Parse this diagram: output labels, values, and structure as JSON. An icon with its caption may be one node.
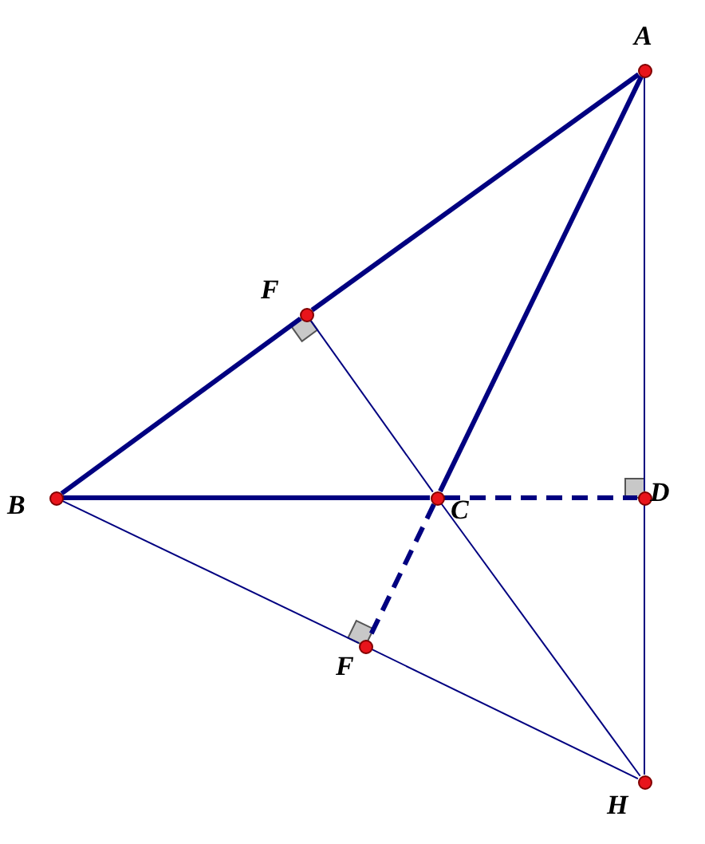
{
  "diagram": {
    "nodes": [
      {
        "text": [
          "A"
        ]
      },
      {
        "text": [
          "F"
        ]
      },
      {
        "text": [
          "B"
        ]
      },
      {
        "text": [
          "C"
        ]
      },
      {
        "text": [
          "D"
        ]
      },
      {
        "text": [
          "F"
        ]
      },
      {
        "text": [
          "H"
        ]
      }
    ],
    "edges": [
      {
        "from": 0,
        "to": 1,
        "arrow": "none",
        "style": "thick"
      },
      {
        "from": 1,
        "to": 2,
        "arrow": "none",
        "style": "thick"
      },
      {
        "from": 0,
        "to": 3,
        "arrow": "none",
        "style": "thick"
      },
      {
        "from": 2,
        "to": 3,
        "arrow": "none",
        "style": "thick"
      },
      {
        "from": 3,
        "to": 4,
        "arrow": "none",
        "style": "dashed"
      },
      {
        "from": 3,
        "to": 5,
        "arrow": "none",
        "style": "dashed"
      },
      {
        "from": 0,
        "to": 4,
        "arrow": "none"
      },
      {
        "from": 4,
        "to": 6,
        "arrow": "none"
      },
      {
        "from": 2,
        "to": 5,
        "arrow": "none"
      },
      {
        "from": 5,
        "to": 6,
        "arrow": "none"
      },
      {
        "from": 1,
        "to": 3,
        "arrow": "none"
      },
      {
        "from": 3,
        "to": 6,
        "arrow": "none"
      }
    ]
  }
}
